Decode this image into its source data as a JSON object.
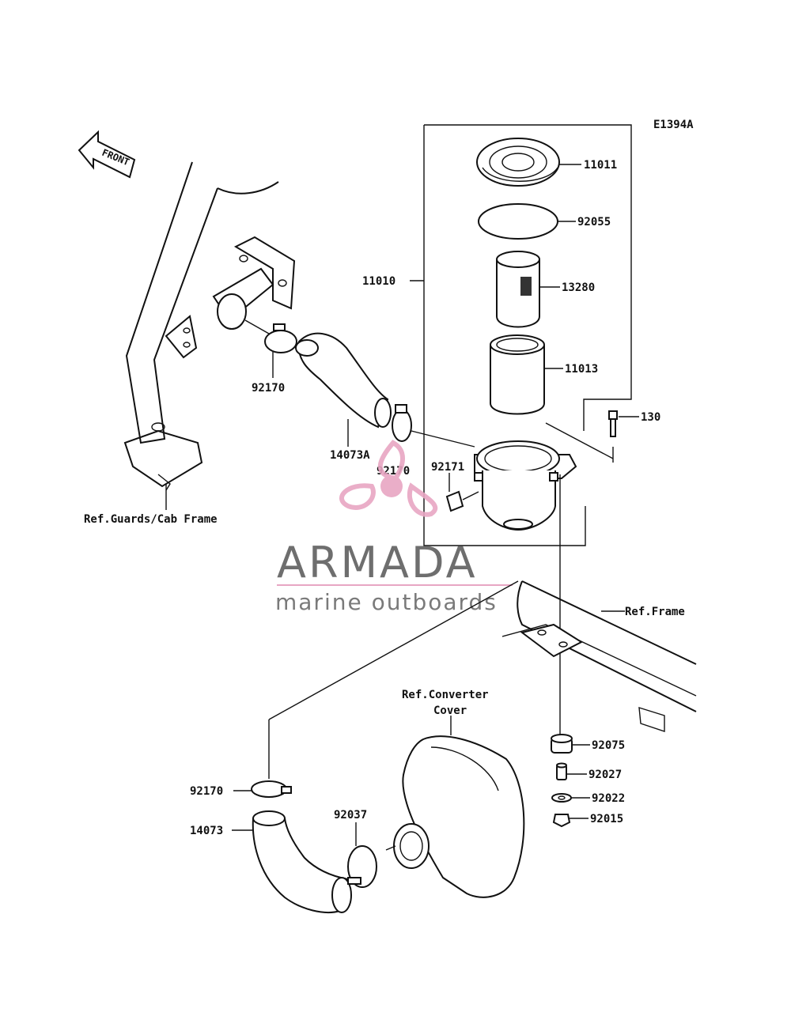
{
  "diagram_code": "E1394A",
  "front_arrow": {
    "label": "FRONT",
    "icon": "front-arrow-icon"
  },
  "callouts": {
    "p11011": "11011",
    "p92055": "92055",
    "p13280": "13280",
    "p11010": "11010",
    "p11013": "11013",
    "p130": "130",
    "p92170_upper": "92170",
    "p14073A": "14073A",
    "p92170_mid": "92170",
    "p92171": "92171",
    "p92075": "92075",
    "p92027": "92027",
    "p92022": "92022",
    "p92015": "92015",
    "p92170_lower": "92170",
    "p14073": "14073",
    "p92037": "92037"
  },
  "refs": {
    "guards": "Ref.Guards/Cab Frame",
    "frame": "Ref.Frame",
    "converter_line1": "Ref.Converter",
    "converter_line2": "Cover"
  },
  "watermark": {
    "brand": "ARMADA",
    "tagline": "marine outboards",
    "accent_color": "#e8a6c3",
    "text_color": "#6e6e6e",
    "icon": "propeller-logo-icon"
  }
}
